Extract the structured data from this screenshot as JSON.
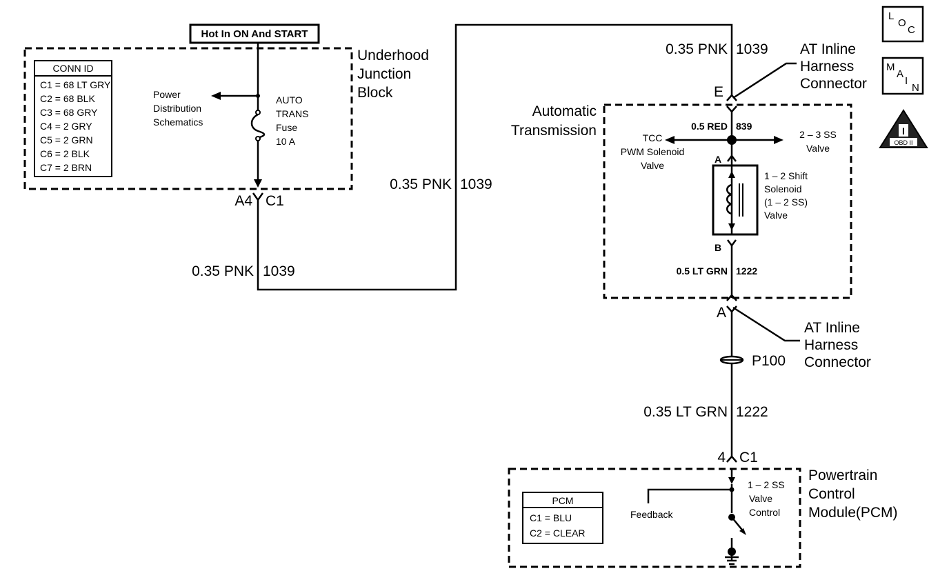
{
  "power_label": "Hot In ON And START",
  "underhood_block": {
    "title": [
      "Underhood",
      "Junction",
      "Block"
    ],
    "conn_id_header": "CONN ID",
    "conn_id_rows": [
      "C1 = 68 LT GRY",
      "C2 = 68 BLK",
      "C3 = 68 GRY",
      "C4 = 2 GRY",
      "C5 = 2 GRN",
      "C6 = 2 BLK",
      "C7 = 2 BRN"
    ],
    "power_dist_label": [
      "Power",
      "Distribution",
      "Schematics"
    ],
    "fuse_label": [
      "AUTO",
      "TRANS",
      "Fuse",
      "10 A"
    ],
    "connector_pin": "A4",
    "connector_name": "C1"
  },
  "wires": {
    "left_lower": {
      "gauge": "0.35 PNK",
      "circuit": "1039"
    },
    "middle": {
      "gauge": "0.35 PNK",
      "circuit": "1039"
    },
    "top_right": {
      "gauge": "0.35 PNK",
      "circuit": "1039"
    },
    "red": {
      "gauge": "0.5 RED",
      "circuit": "839"
    },
    "lt_grn_internal": {
      "gauge": "0.5 LT GRN",
      "circuit": "1222"
    },
    "lt_grn_lower": {
      "gauge": "0.35 LT GRN",
      "circuit": "1222"
    }
  },
  "inline_connector_top": {
    "pin": "E",
    "label": [
      "AT Inline",
      "Harness",
      "Connector"
    ]
  },
  "inline_connector_bottom": {
    "pin": "A",
    "label": [
      "AT Inline",
      "Harness",
      "Connector"
    ]
  },
  "automatic_transmission": {
    "title": [
      "Automatic",
      "Transmission"
    ],
    "tcc_label": [
      "TCC",
      "PWM Solenoid",
      "Valve"
    ],
    "ss23_label": [
      "2 – 3 SS",
      "Valve"
    ],
    "pin_a": "A",
    "pin_b": "B",
    "solenoid_label": [
      "1 – 2 Shift",
      "Solenoid",
      "(1 – 2 SS)",
      "Valve"
    ]
  },
  "splice": "P100",
  "pcm_connector": {
    "pin": "4",
    "name": "C1"
  },
  "pcm": {
    "title": [
      "Powertrain",
      "Control",
      "Module(PCM)"
    ],
    "box_header": "PCM",
    "box_rows": [
      "C1 = BLU",
      "C2 = CLEAR"
    ],
    "feedback": "Feedback",
    "control_label": [
      "1 – 2 SS",
      "Valve",
      "Control"
    ]
  },
  "icons": {
    "loc": [
      "L",
      "O",
      "C"
    ],
    "main": [
      "M",
      "A",
      "I",
      "N"
    ],
    "obd": "OBD II"
  }
}
